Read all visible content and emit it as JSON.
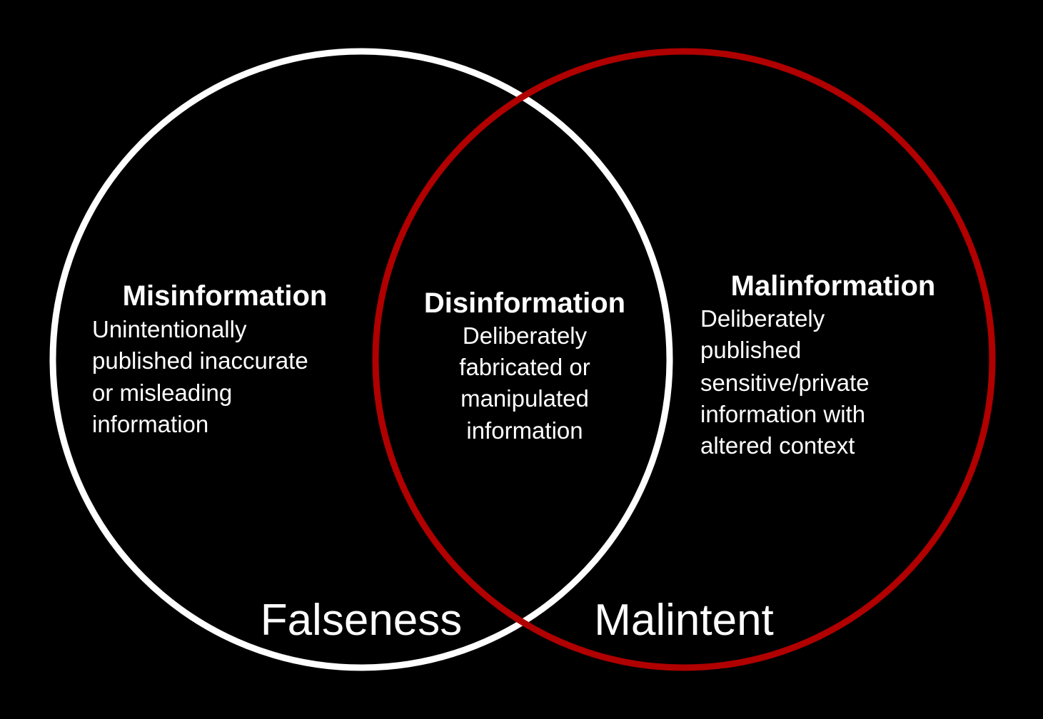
{
  "colors": {
    "background": "#000000",
    "falseness_circle": "#ffffff",
    "malintent_circle": "#b00000",
    "text": "#ffffff"
  },
  "sets": {
    "falseness": {
      "label": "Falseness"
    },
    "malintent": {
      "label": "Malintent"
    }
  },
  "regions": {
    "misinformation": {
      "title": "Misinformation",
      "lines": [
        "Unintentionally",
        "published inaccurate",
        "or misleading",
        "information"
      ]
    },
    "disinformation": {
      "title": "Disinformation",
      "lines": [
        "Deliberately",
        "fabricated or",
        "manipulated",
        "information"
      ]
    },
    "malinformation": {
      "title": "Malinformation",
      "lines": [
        "Deliberately",
        "published",
        "sensitive/private",
        "information with",
        "altered context"
      ]
    }
  }
}
